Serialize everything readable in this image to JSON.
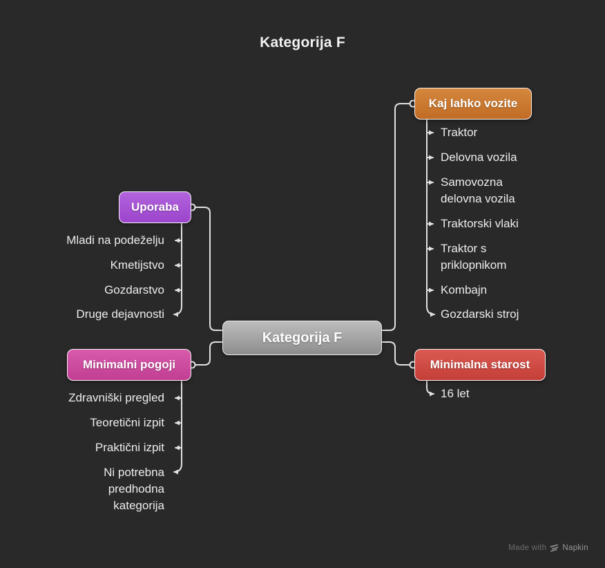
{
  "title": "Kategorija F",
  "center": {
    "label": "Kategorija F"
  },
  "branches": {
    "vozila": {
      "label": "Kaj lahko vozite",
      "items": [
        "Traktor",
        "Delovna vozila",
        "Samovozna delovna vozila",
        "Traktorski vlaki",
        "Traktor s priklopnikom",
        "Kombajn",
        "Gozdarski stroj"
      ]
    },
    "uporaba": {
      "label": "Uporaba",
      "items": [
        "Mladi na podeželju",
        "Kmetijstvo",
        "Gozdarstvo",
        "Druge dejavnosti"
      ]
    },
    "pogoji": {
      "label": "Minimalni pogoji",
      "items": [
        "Zdravniški pregled",
        "Teoretični izpit",
        "Praktični izpit",
        "Ni potrebna predhodna kategorija"
      ]
    },
    "starost": {
      "label": "Minimalna starost",
      "items": [
        "16 let"
      ]
    }
  },
  "colors": {
    "background": "#292929",
    "connector": "#e2e2e2",
    "center_node_top": "#bdbdbd",
    "center_node_bottom": "#8c8c8c",
    "vozila_node": "#c9772f",
    "uporaba_node": "#a855d5",
    "pogoji_node": "#cd4d9f",
    "starost_node": "#cf4c45",
    "leaf_text": "#ededed",
    "title_text": "#f2f2f2",
    "watermark_text": "#6c6c6c"
  },
  "watermark": {
    "prefix": "Made with",
    "brand": "Napkin"
  }
}
